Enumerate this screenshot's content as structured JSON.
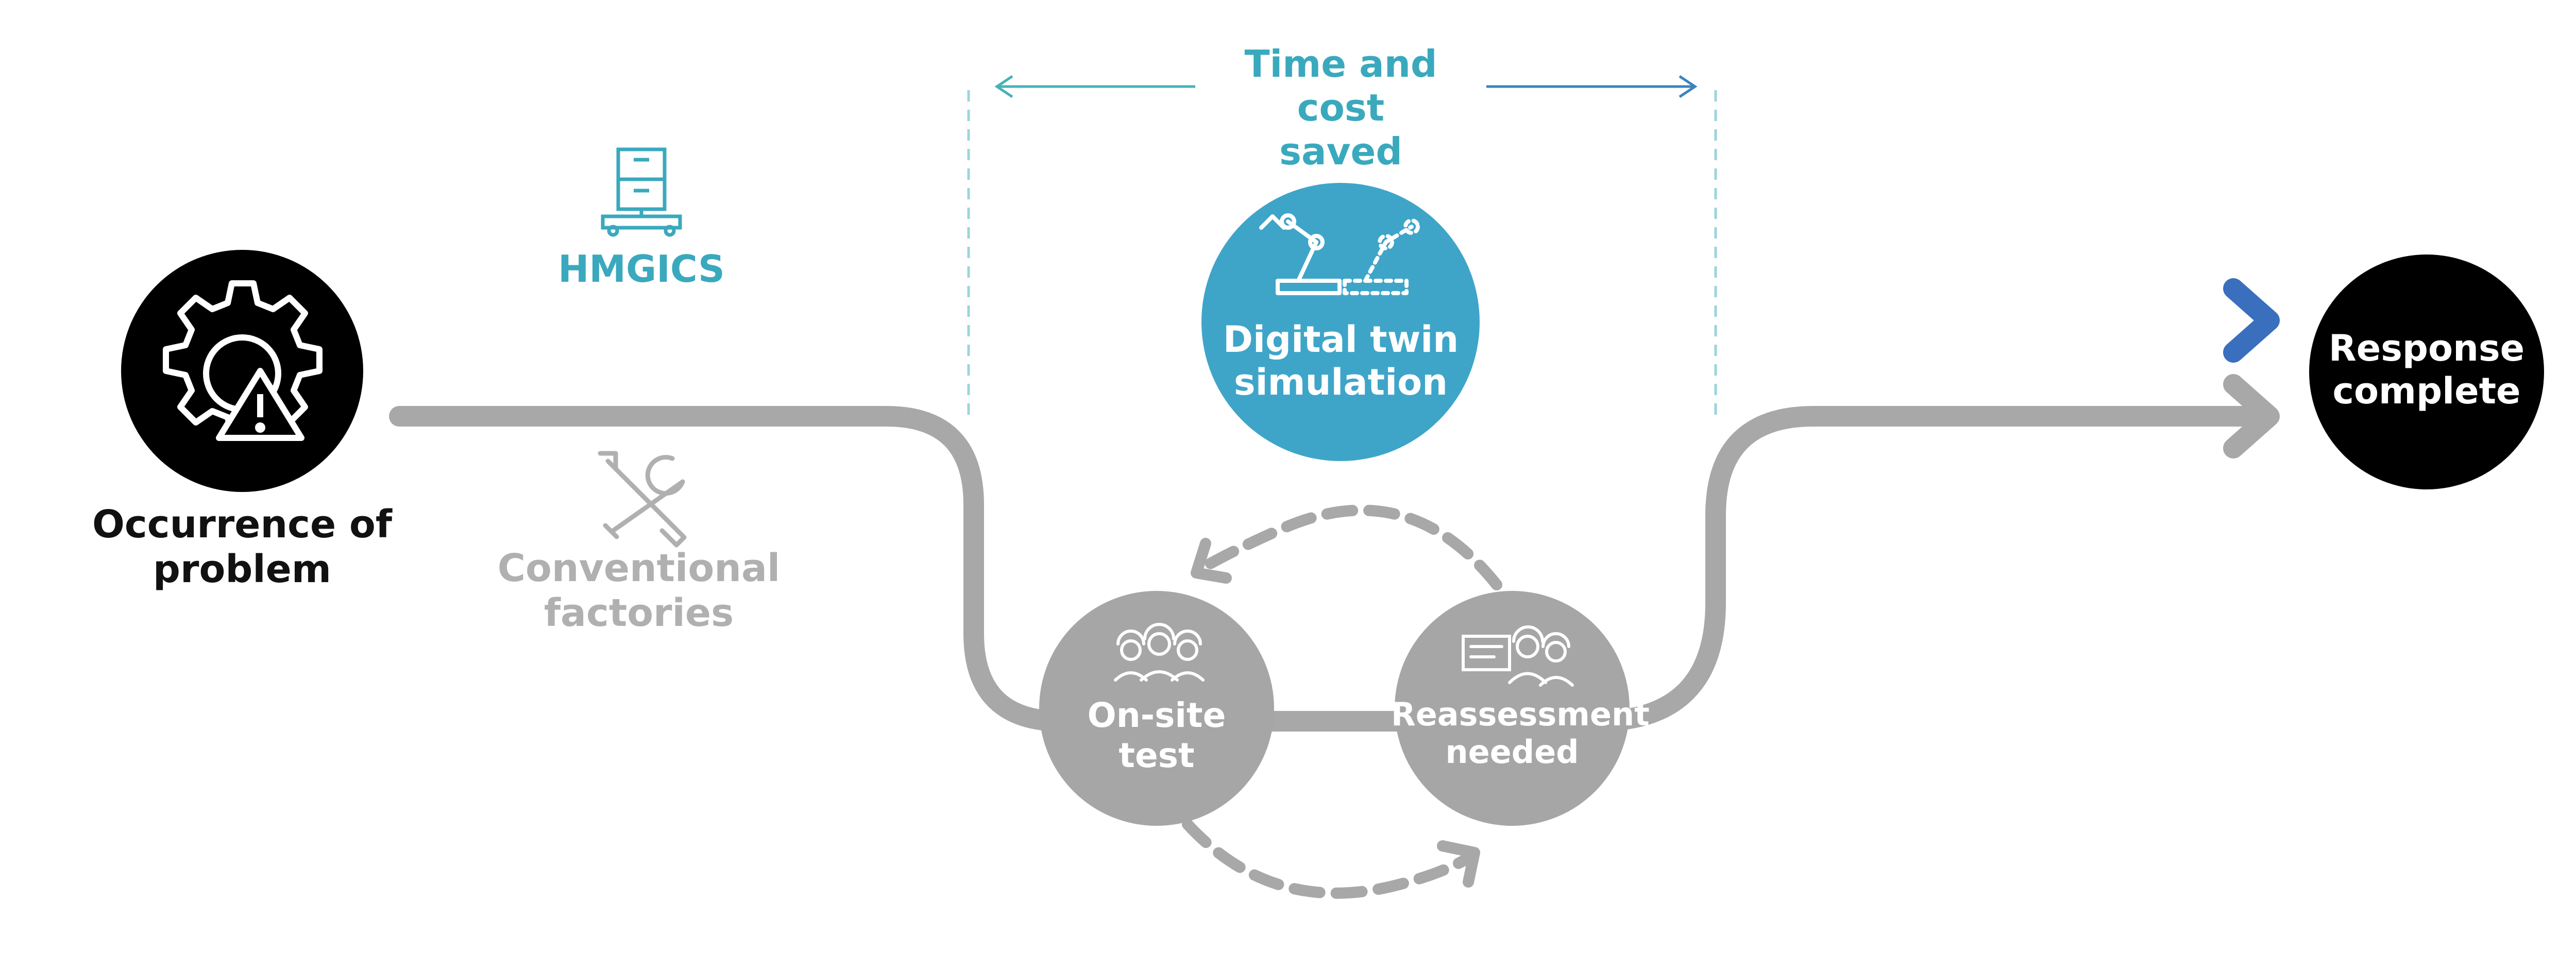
{
  "labels": {
    "time_saved": "Time and cost\nsaved",
    "hmgics": "HMGICS",
    "digital_twin": "Digital twin\nsimulation",
    "occurrence": "Occurrence of\nproblem",
    "conventional": "Conventional\nfactories",
    "onsite": "On-site\ntest",
    "reassessment": "Reassessment\nneeded",
    "response": "Response\ncomplete"
  },
  "colors": {
    "gradient_start": "#4cc4b4",
    "gradient_end": "#3a6fbe",
    "teal_text": "#3aa9bd",
    "twin_circle": "#3ea5c9",
    "grey_path": "#a8a8a8",
    "grey_circle": "#a6a6a6",
    "grey_text": "#b0b0b0",
    "endpoint": "#000000"
  },
  "icons": {
    "problem": "gear-warning-icon",
    "hmgics": "stacked-boxes-agv-icon",
    "twin": "robot-arm-twin-icon",
    "conventional": "wrench-screwdriver-icon",
    "onsite": "workers-hardhat-icon",
    "reassessment": "engineers-board-icon"
  }
}
